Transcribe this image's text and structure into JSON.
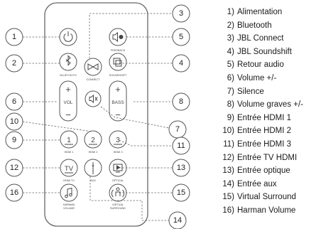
{
  "remote": {
    "buttons": {
      "bluetooth": "BLUETOOTH",
      "connect": "CONNECT",
      "soundshift": "SOUNDSHIFT",
      "feedback": "FEEDBACK",
      "vol": "VOL",
      "bass": "BASS",
      "plus": "+",
      "minus": "−",
      "hdmi1_num": "1",
      "hdmi2_num": "2",
      "hdmi3_num": "3",
      "hdmi1": "HDMI 1",
      "hdmi2": "HDMI 2",
      "hdmi3": "HDMI 3",
      "tv": "TV",
      "hdmi_tv": "HDMI TV",
      "aux": "AUX",
      "optical": "OPTICAL",
      "harman_1": "HARMAN",
      "harman_2": "VOLUME",
      "virtual_1": "VIRTUAL",
      "virtual_2": "SURROUND"
    }
  },
  "callouts": [
    "1",
    "2",
    "3",
    "4",
    "5",
    "6",
    "7",
    "8",
    "9",
    "10",
    "11",
    "12",
    "13",
    "14",
    "15",
    "16"
  ],
  "legend": [
    {
      "num": "1)",
      "label": "Alimentation"
    },
    {
      "num": "2)",
      "label": "Bluetooth"
    },
    {
      "num": "3)",
      "label": "JBL Connect"
    },
    {
      "num": "4)",
      "label": "JBL Soundshift"
    },
    {
      "num": "5)",
      "label": "Retour audio"
    },
    {
      "num": "6)",
      "label": "Volume +/-"
    },
    {
      "num": "7)",
      "label": "Silence"
    },
    {
      "num": "8)",
      "label": "Volume graves +/-"
    },
    {
      "num": "9)",
      "label": "Entrée HDMI 1"
    },
    {
      "num": "10)",
      "label": "Entrée HDMI 2"
    },
    {
      "num": "11)",
      "label": "Entrée HDMI 3"
    },
    {
      "num": "12)",
      "label": "Entrée TV HDMI"
    },
    {
      "num": "13)",
      "label": "Entrée optique"
    },
    {
      "num": "14)",
      "label": "Entrée aux"
    },
    {
      "num": "15)",
      "label": "Virtual Surround"
    },
    {
      "num": "16)",
      "label": "Harman Volume"
    }
  ]
}
